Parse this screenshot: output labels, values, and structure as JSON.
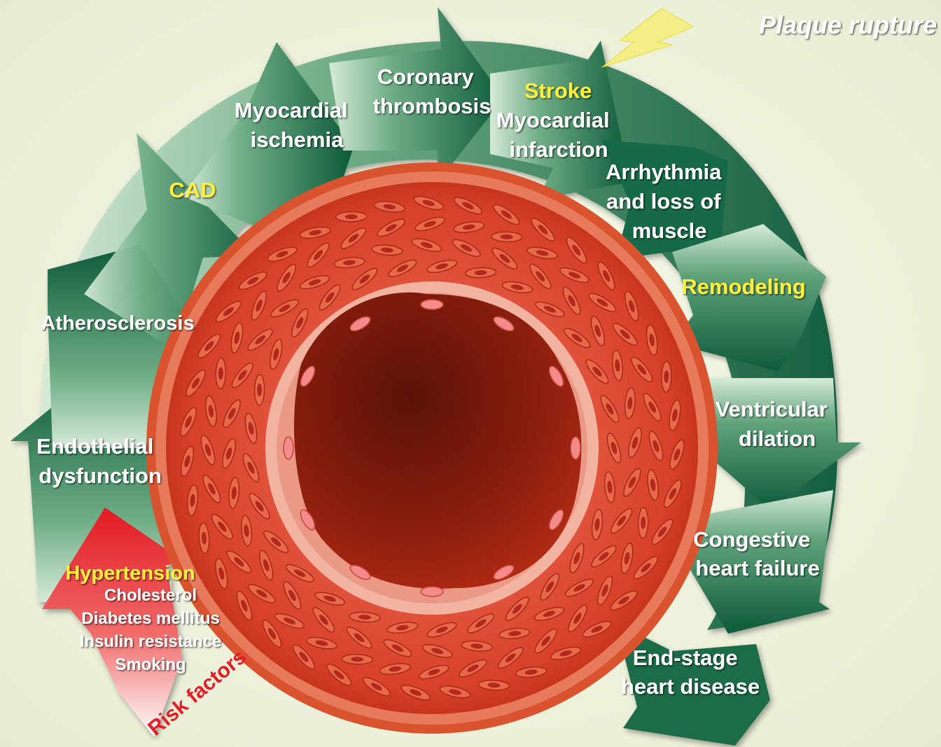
{
  "colors": {
    "arrow_dark": "#0e5a3c",
    "arrow_light": "#cfe6d3",
    "highlight_text": "#ffef3a",
    "label_text": "#ffffff",
    "risk_red": "#e41e26",
    "vessel_red": "#d9402c",
    "lumen": "#7a1a0c"
  },
  "header": {
    "plaque_rupture": "Plaque rupture"
  },
  "stages": {
    "endothelial": [
      "Endothelial",
      "dysfunction"
    ],
    "atherosclerosis": [
      "Atherosclerosis"
    ],
    "cad": [
      "CAD"
    ],
    "ischemia": [
      "Myocardial",
      "ischemia"
    ],
    "thrombosis": [
      "Coronary",
      "thrombosis"
    ],
    "stroke": "Stroke",
    "infarction": [
      "Myocardial",
      "infarction"
    ],
    "arrhythmia": [
      "Arrhythmia",
      "and loss of",
      "muscle"
    ],
    "remodeling": [
      "Remodeling"
    ],
    "dilation": [
      "Ventricular",
      "dilation"
    ],
    "chf": [
      "Congestive",
      "heart failure"
    ],
    "endstage": [
      "End-stage",
      "heart disease"
    ]
  },
  "risk": {
    "hypertension": "Hypertension",
    "items": [
      "Cholesterol",
      "Diabetes mellitus",
      "Insulin resistance",
      "Smoking"
    ],
    "caption": "Risk factors"
  },
  "icons": {
    "lightning": "lightning-bolt-icon"
  }
}
